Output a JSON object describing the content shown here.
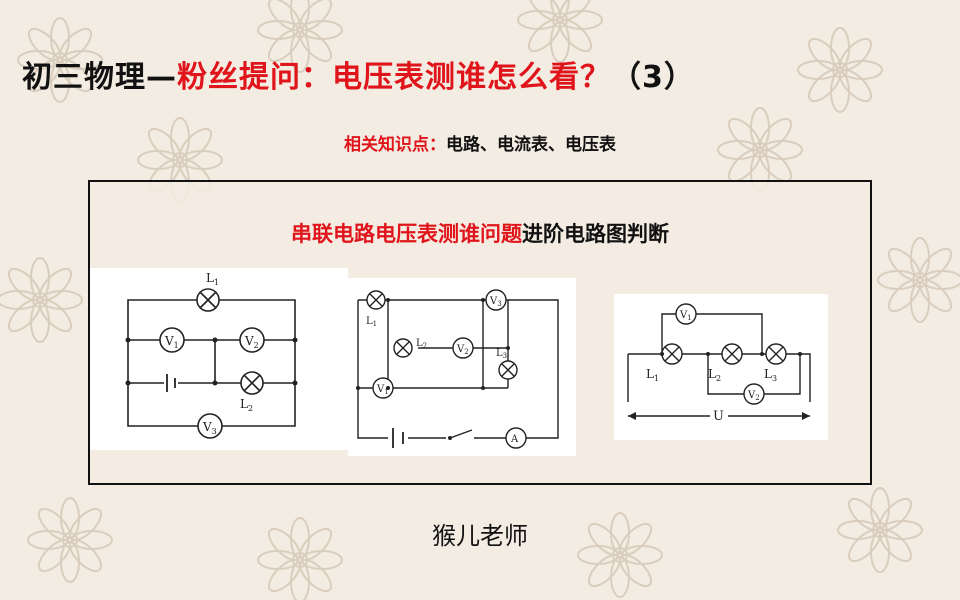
{
  "title": {
    "prefix": "初三物理—",
    "main": "粉丝提问：电压表测谁怎么看？",
    "suffix": "（3）"
  },
  "subtitle": {
    "label": "相关知识点：",
    "topics": "电路、电流表、电压表"
  },
  "panel": {
    "heading_red": "串联电路电压表测谁问题",
    "heading_black": "进阶电路图判断"
  },
  "circuit1": {
    "L1": "L",
    "L1_sub": "1",
    "V1": "V",
    "V1_sub": "1",
    "V2": "V",
    "V2_sub": "2",
    "V3": "V",
    "V3_sub": "3",
    "L2": "L",
    "L2_sub": "2"
  },
  "circuit2": {
    "L1": "L",
    "L1_sub": "1",
    "L2": "L",
    "L2_sub": "2",
    "L3": "L",
    "L3_sub": "3",
    "V1": "V",
    "V1_sub": "1",
    "V2": "V",
    "V2_sub": "2",
    "V3": "V",
    "V3_sub": "3",
    "A": "A"
  },
  "circuit3": {
    "V1": "V",
    "V1_sub": "1",
    "V2": "V",
    "V2_sub": "2",
    "L1": "L",
    "L1_sub": "1",
    "L2": "L",
    "L2_sub": "2",
    "L3": "L",
    "L3_sub": "3",
    "U": "U"
  },
  "author": "猴儿老师",
  "colors": {
    "accent": "#e0141b",
    "text": "#111111",
    "background": "#f3ece2"
  }
}
